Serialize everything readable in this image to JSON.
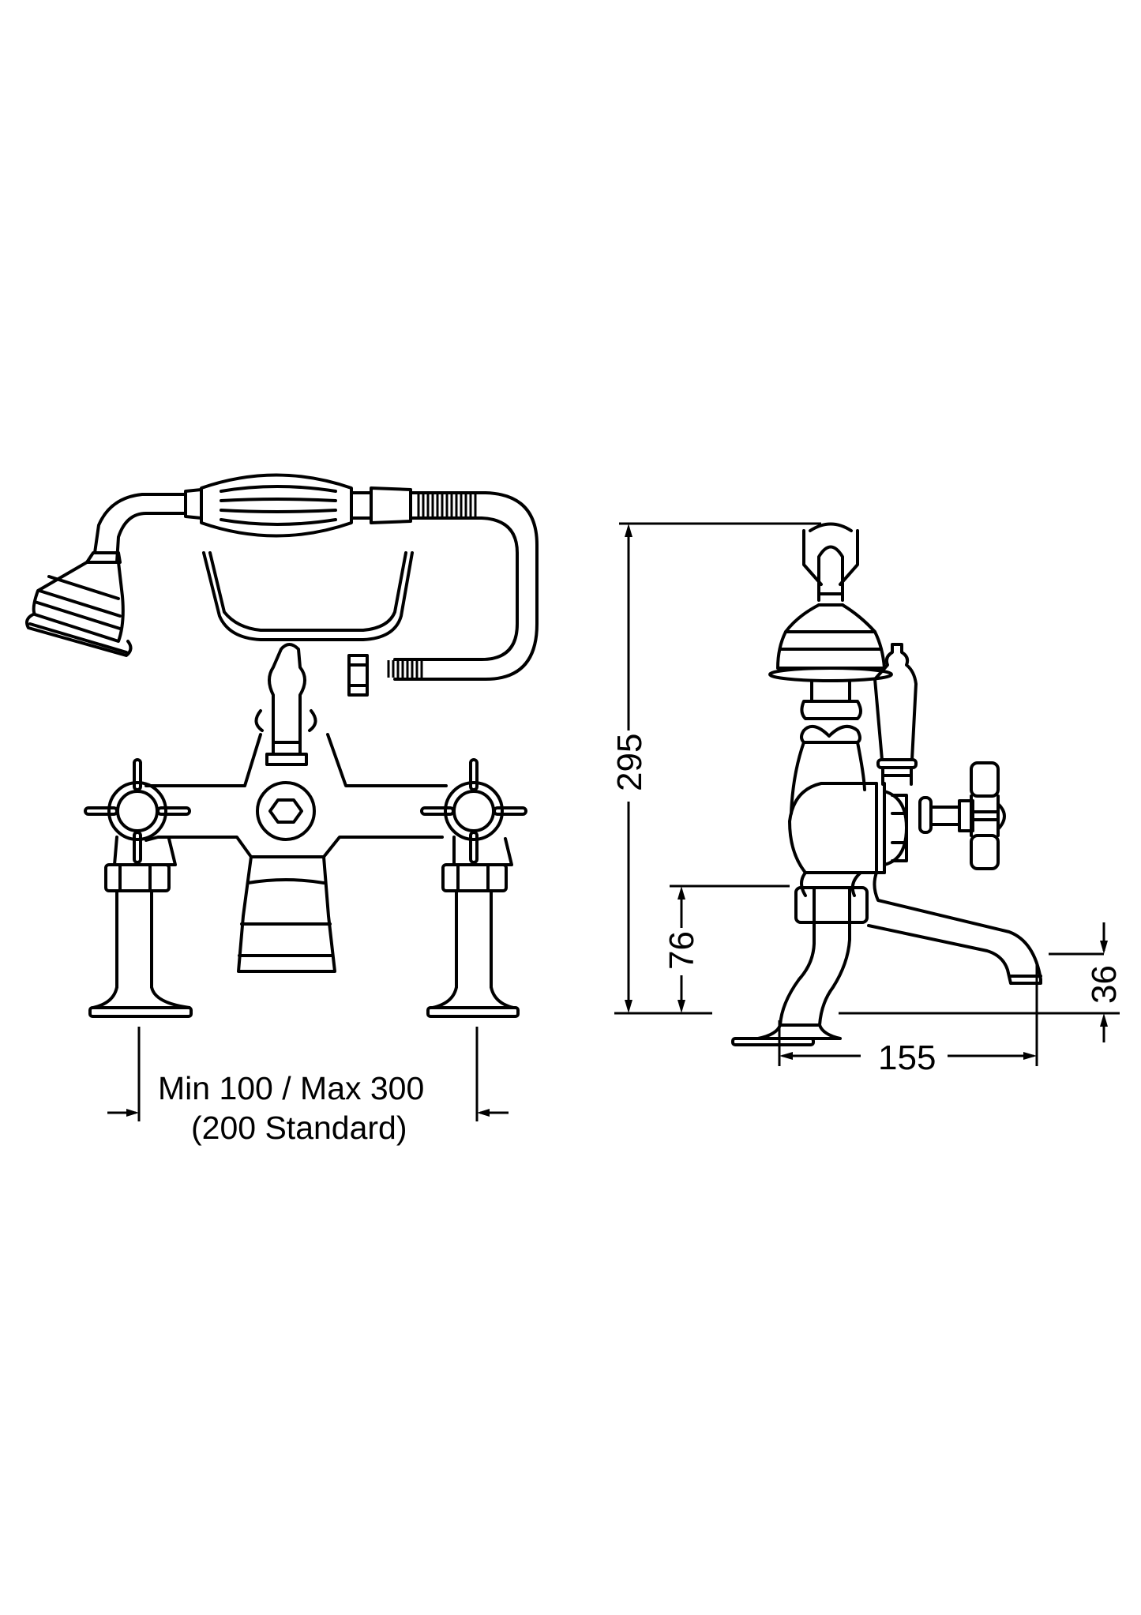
{
  "drawing": {
    "title": "Bath shower mixer technical drawing",
    "views": [
      {
        "name": "front-view",
        "description": "Front elevation with handset, cradle, crosshead handles and legs"
      },
      {
        "name": "side-view",
        "description": "Side elevation with spout and crosshead handle"
      }
    ],
    "colors": {
      "line": "#000000",
      "background": "#ffffff"
    }
  },
  "dimensions": {
    "centres_line1": "Min 100 / Max 300",
    "centres_line2": "(200 Standard)",
    "overall_height": "295",
    "spout_outlet_height": "76",
    "spout_clearance": "36",
    "spout_projection": "155"
  }
}
